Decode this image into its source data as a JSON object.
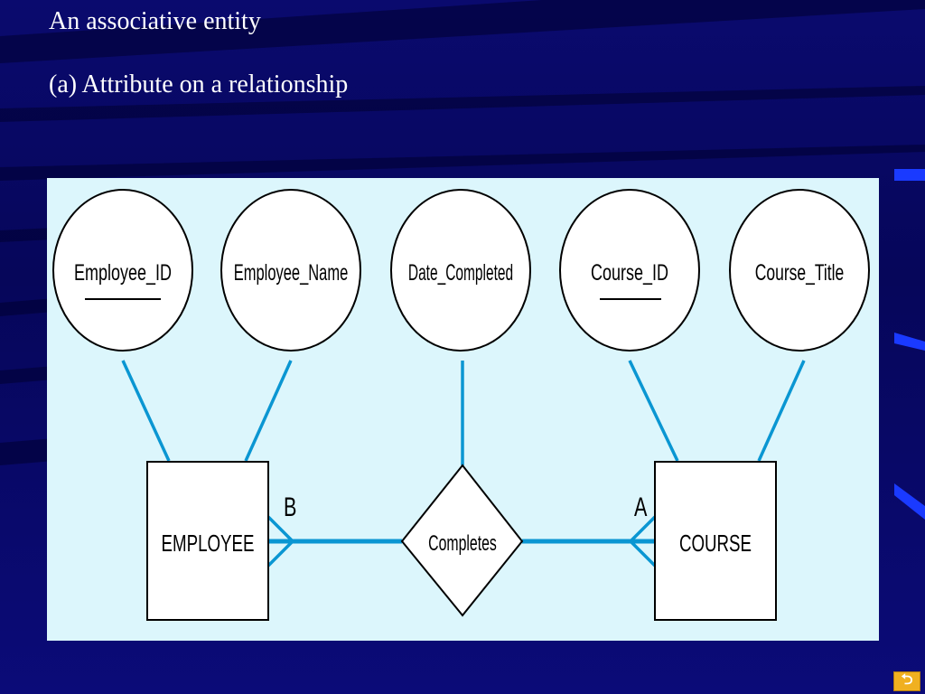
{
  "slide": {
    "title": "An associative entity",
    "subtitle": "(a) Attribute on a relationship"
  },
  "diagram": {
    "attributes": [
      {
        "label": "Employee_ID",
        "is_key": true
      },
      {
        "label": "Employee_Name",
        "is_key": false
      },
      {
        "label": "Date_Completed",
        "is_key": false
      },
      {
        "label": "Course_ID",
        "is_key": true
      },
      {
        "label": "Course_Title",
        "is_key": false
      }
    ],
    "entities": {
      "employee": "EMPLOYEE",
      "course": "COURSE"
    },
    "relationship": "Completes",
    "cardinality_labels": {
      "employee_side": "B",
      "course_side": "A"
    }
  },
  "colors": {
    "background": "#08086a",
    "diagram_bg": "#dcf6fc",
    "connector": "#0a96d2",
    "nav_button": "#f0b020"
  },
  "nav": {
    "return_icon": "return-arrow-icon"
  }
}
